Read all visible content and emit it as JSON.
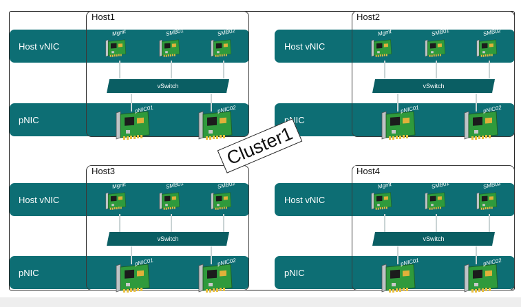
{
  "cluster": {
    "label": "Cluster1"
  },
  "hosts": [
    {
      "name": "Host1",
      "host_vnic_label": "Host vNIC",
      "pnic_label": "pNIC",
      "vnics": [
        "Mgmt",
        "SMB01",
        "SMB02"
      ],
      "vswitch": "vSwitch",
      "pnics": [
        "pNIC01",
        "pNIC02"
      ]
    },
    {
      "name": "Host2",
      "host_vnic_label": "Host vNIC",
      "pnic_label": "pNIC",
      "vnics": [
        "Mgmt",
        "SMB01",
        "SMB02"
      ],
      "vswitch": "vSwitch",
      "pnics": [
        "pNIC01",
        "pNIC02"
      ]
    },
    {
      "name": "Host3",
      "host_vnic_label": "Host vNIC",
      "pnic_label": "pNIC",
      "vnics": [
        "Mgmt",
        "SMB01",
        "SMB02"
      ],
      "vswitch": "vSwitch",
      "pnics": [
        "pNIC01",
        "pNIC02"
      ]
    },
    {
      "name": "Host4",
      "host_vnic_label": "Host vNIC",
      "pnic_label": "pNIC",
      "vnics": [
        "Mgmt",
        "SMB01",
        "SMB02"
      ],
      "vswitch": "vSwitch",
      "pnics": [
        "pNIC01",
        "pNIC02"
      ]
    }
  ],
  "colors": {
    "band": "#0d6e74",
    "vswitch": "#0a5e63",
    "card_board": "#2f9a3c",
    "card_bracket": "#bfc3c6"
  },
  "icons": {
    "vnic": "network-card-icon",
    "pnic": "network-card-icon"
  }
}
